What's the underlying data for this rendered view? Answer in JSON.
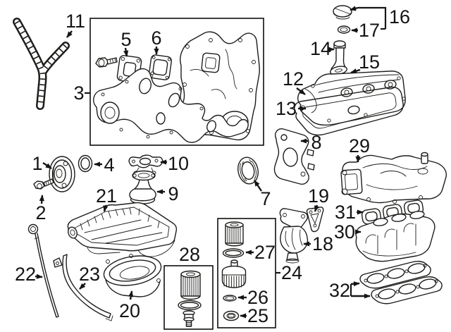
{
  "diagram": {
    "type": "exploded-engine-parts-diagram",
    "background_color": "#ffffff",
    "line_color": "#1d1d1b",
    "callouts": [
      {
        "label": "1",
        "part": "crankshaft-pulley"
      },
      {
        "label": "2",
        "part": "crankshaft-pulley-bolt"
      },
      {
        "label": "3",
        "part": "timing-chain-cover-assembly"
      },
      {
        "label": "4",
        "part": "crankshaft-front-seal"
      },
      {
        "label": "5",
        "part": "timing-cover-gasket-left"
      },
      {
        "label": "6",
        "part": "timing-cover-gasket-right"
      },
      {
        "label": "7",
        "part": "camshaft-seal"
      },
      {
        "label": "8",
        "part": "oil-pump-plate"
      },
      {
        "label": "9",
        "part": "oil-strainer-pickup-tube"
      },
      {
        "label": "10",
        "part": "oil-strainer-gasket"
      },
      {
        "label": "11",
        "part": "timing-chain"
      },
      {
        "label": "12",
        "part": "valve-cover"
      },
      {
        "label": "13",
        "part": "valve-cover-gasket"
      },
      {
        "label": "14",
        "part": "oil-filler-tube"
      },
      {
        "label": "15",
        "part": "oil-filler-tube-gasket"
      },
      {
        "label": "16",
        "part": "oil-filler-cap"
      },
      {
        "label": "17",
        "part": "oil-filler-cap-gasket"
      },
      {
        "label": "18",
        "part": "oil-filter-bracket"
      },
      {
        "label": "19",
        "part": "oil-filter-bracket-gasket"
      },
      {
        "label": "20",
        "part": "lower-oil-pan"
      },
      {
        "label": "21",
        "part": "upper-oil-pan"
      },
      {
        "label": "22",
        "part": "oil-dipstick"
      },
      {
        "label": "23",
        "part": "dipstick-tube"
      },
      {
        "label": "24",
        "part": "oil-filter-cap-assembly"
      },
      {
        "label": "25",
        "part": "filter-drain-plug"
      },
      {
        "label": "26",
        "part": "drain-plug-o-ring"
      },
      {
        "label": "27",
        "part": "filter-cap-o-ring"
      },
      {
        "label": "28",
        "part": "oil-filter-kit"
      },
      {
        "label": "29",
        "part": "upper-intake-manifold"
      },
      {
        "label": "30",
        "part": "lower-intake-manifold"
      },
      {
        "label": "31",
        "part": "upper-intake-gasket-set"
      },
      {
        "label": "32",
        "part": "lower-intake-gasket-pair"
      }
    ]
  }
}
